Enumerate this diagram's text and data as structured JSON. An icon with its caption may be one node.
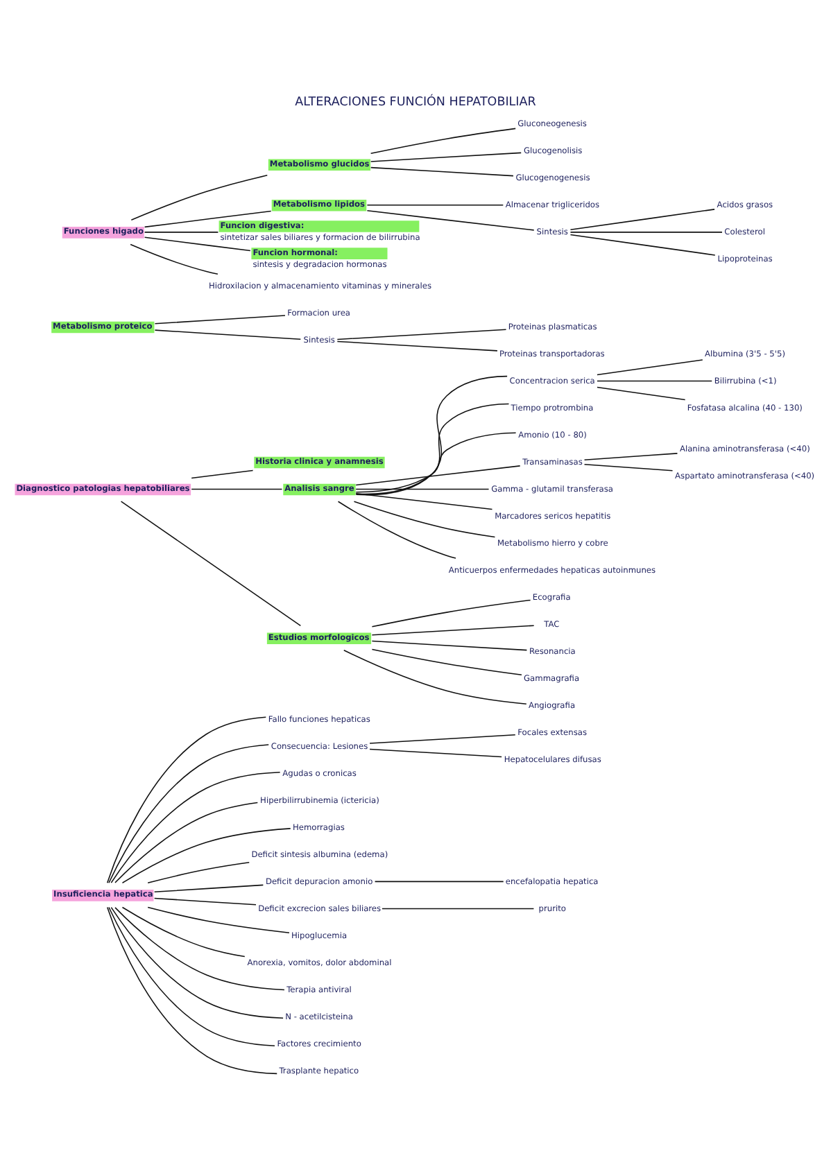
{
  "diagram": {
    "title": "ALTERACIONES FUNCIÓN HEPATOBILIAR",
    "nodes": [
      {
        "text": [
          "Funciones higado"
        ]
      },
      {
        "text": [
          "Metabolismo glucidos"
        ]
      },
      {
        "text": [
          "Gluconeogenesis"
        ]
      },
      {
        "text": [
          "Glucogenolisis"
        ]
      },
      {
        "text": [
          "Glucogenogenesis"
        ]
      },
      {
        "text": [
          "Metabolismo lipidos"
        ]
      },
      {
        "text": [
          "Almacenar trigliceridos"
        ]
      },
      {
        "text": [
          "Sintesis"
        ]
      },
      {
        "text": [
          "Acidos grasos"
        ]
      },
      {
        "text": [
          "Colesterol"
        ]
      },
      {
        "text": [
          "Lipoproteinas"
        ]
      },
      {
        "text": [
          "Metabolismo proteico"
        ]
      },
      {
        "text": [
          "Formacion urea"
        ]
      },
      {
        "text": [
          "Sintesis"
        ]
      },
      {
        "text": [
          "Proteinas plasmaticas"
        ]
      },
      {
        "text": [
          "Proteinas transportadoras"
        ]
      },
      {
        "text": [
          "Funcion digestiva:",
          "sintetizar sales biliares y formacion de bilirrubina"
        ]
      },
      {
        "text": [
          "Funcion hormonal:",
          "sintesis y degradacion hormonas"
        ]
      },
      {
        "text": [
          "Hidroxilacion y almacenamiento vitaminas y minerales"
        ]
      },
      {
        "text": [
          "Diagnostico patologias hepatobiliares"
        ]
      },
      {
        "text": [
          "Historia clinica y anamnesis"
        ]
      },
      {
        "text": [
          "Analisis sangre"
        ]
      },
      {
        "text": [
          "Concentracion serica"
        ]
      },
      {
        "text": [
          "Albumina (3'5 - 5'5)"
        ]
      },
      {
        "text": [
          "Bilirrubina (<1)"
        ]
      },
      {
        "text": [
          "Fosfatasa alcalina (40 - 130)"
        ]
      },
      {
        "text": [
          "Tiempo protrombina"
        ]
      },
      {
        "text": [
          "Amonio (10 - 80)"
        ]
      },
      {
        "text": [
          "Transaminasas"
        ]
      },
      {
        "text": [
          "Alanina aminotransferasa (<40)"
        ]
      },
      {
        "text": [
          "Aspartato aminotransferasa (<40)"
        ]
      },
      {
        "text": [
          "Gamma - glutamil transferasa"
        ]
      },
      {
        "text": [
          "Marcadores sericos hepatitis"
        ]
      },
      {
        "text": [
          "Metabolismo hierro y cobre"
        ]
      },
      {
        "text": [
          "Anticuerpos enfermedades hepaticas autoinmunes"
        ]
      },
      {
        "text": [
          "Estudios morfologicos"
        ]
      },
      {
        "text": [
          "Ecografia"
        ]
      },
      {
        "text": [
          "TAC"
        ]
      },
      {
        "text": [
          "Resonancia"
        ]
      },
      {
        "text": [
          "Gammagrafia"
        ]
      },
      {
        "text": [
          "Angiografia"
        ]
      },
      {
        "text": [
          "Insuficiencia hepatica"
        ]
      },
      {
        "text": [
          "Fallo funciones hepaticas"
        ]
      },
      {
        "text": [
          "Consecuencia: Lesiones"
        ]
      },
      {
        "text": [
          "Focales extensas"
        ]
      },
      {
        "text": [
          "Hepatocelulares difusas"
        ]
      },
      {
        "text": [
          "Agudas o cronicas"
        ]
      },
      {
        "text": [
          "Hiperbilirrubinemia (ictericia)"
        ]
      },
      {
        "text": [
          "Hemorragias"
        ]
      },
      {
        "text": [
          "Deficit sintesis albumina (edema)"
        ]
      },
      {
        "text": [
          "Deficit depuracion amonio"
        ]
      },
      {
        "text": [
          "encefalopatia hepatica"
        ]
      },
      {
        "text": [
          "Deficit excrecion sales biliares"
        ]
      },
      {
        "text": [
          "prurito"
        ]
      },
      {
        "text": [
          "Hipoglucemia"
        ]
      },
      {
        "text": [
          "Anorexia, vomitos, dolor abdominal"
        ]
      },
      {
        "text": [
          "Terapia antiviral"
        ]
      },
      {
        "text": [
          "N - acetilcisteina"
        ]
      },
      {
        "text": [
          "Factores crecimiento"
        ]
      },
      {
        "text": [
          "Trasplante hepatico"
        ]
      }
    ],
    "edges": [
      {
        "from": 0,
        "to": 1,
        "arrow": "none"
      },
      {
        "from": 0,
        "to": 5,
        "arrow": "none"
      },
      {
        "from": 0,
        "to": 16,
        "arrow": "none"
      },
      {
        "from": 0,
        "to": 17,
        "arrow": "none"
      },
      {
        "from": 0,
        "to": 18,
        "arrow": "none"
      },
      {
        "from": 1,
        "to": 2,
        "arrow": "none"
      },
      {
        "from": 1,
        "to": 3,
        "arrow": "none"
      },
      {
        "from": 1,
        "to": 4,
        "arrow": "none"
      },
      {
        "from": 5,
        "to": 6,
        "arrow": "none"
      },
      {
        "from": 5,
        "to": 7,
        "arrow": "none"
      },
      {
        "from": 7,
        "to": 8,
        "arrow": "none"
      },
      {
        "from": 7,
        "to": 9,
        "arrow": "none"
      },
      {
        "from": 7,
        "to": 10,
        "arrow": "none"
      },
      {
        "from": 11,
        "to": 12,
        "arrow": "none"
      },
      {
        "from": 11,
        "to": 13,
        "arrow": "none"
      },
      {
        "from": 13,
        "to": 14,
        "arrow": "none"
      },
      {
        "from": 13,
        "to": 15,
        "arrow": "none"
      },
      {
        "from": 19,
        "to": 20,
        "arrow": "none"
      },
      {
        "from": 19,
        "to": 21,
        "arrow": "none"
      },
      {
        "from": 19,
        "to": 35,
        "arrow": "none"
      },
      {
        "from": 21,
        "to": 22,
        "arrow": "none"
      },
      {
        "from": 21,
        "to": 26,
        "arrow": "none"
      },
      {
        "from": 21,
        "to": 27,
        "arrow": "none"
      },
      {
        "from": 21,
        "to": 28,
        "arrow": "none"
      },
      {
        "from": 21,
        "to": 31,
        "arrow": "none"
      },
      {
        "from": 21,
        "to": 32,
        "arrow": "none"
      },
      {
        "from": 21,
        "to": 33,
        "arrow": "none"
      },
      {
        "from": 21,
        "to": 34,
        "arrow": "none"
      },
      {
        "from": 22,
        "to": 23,
        "arrow": "none"
      },
      {
        "from": 22,
        "to": 24,
        "arrow": "none"
      },
      {
        "from": 22,
        "to": 25,
        "arrow": "none"
      },
      {
        "from": 28,
        "to": 29,
        "arrow": "none"
      },
      {
        "from": 28,
        "to": 30,
        "arrow": "none"
      },
      {
        "from": 35,
        "to": 36,
        "arrow": "none"
      },
      {
        "from": 35,
        "to": 37,
        "arrow": "none"
      },
      {
        "from": 35,
        "to": 38,
        "arrow": "none"
      },
      {
        "from": 35,
        "to": 39,
        "arrow": "none"
      },
      {
        "from": 35,
        "to": 40,
        "arrow": "none"
      },
      {
        "from": 41,
        "to": 42,
        "arrow": "none"
      },
      {
        "from": 41,
        "to": 43,
        "arrow": "none"
      },
      {
        "from": 41,
        "to": 46,
        "arrow": "none"
      },
      {
        "from": 43,
        "to": 44,
        "arrow": "none"
      },
      {
        "from": 43,
        "to": 45,
        "arrow": "none"
      },
      {
        "from": 41,
        "to": 47,
        "arrow": "none"
      },
      {
        "from": 41,
        "to": 48,
        "arrow": "none"
      },
      {
        "from": 41,
        "to": 49,
        "arrow": "none"
      },
      {
        "from": 41,
        "to": 50,
        "arrow": "none"
      },
      {
        "from": 41,
        "to": 52,
        "arrow": "none"
      },
      {
        "from": 41,
        "to": 54,
        "arrow": "none"
      },
      {
        "from": 41,
        "to": 55,
        "arrow": "none"
      },
      {
        "from": 50,
        "to": 51,
        "arrow": "none"
      },
      {
        "from": 52,
        "to": 53,
        "arrow": "none"
      },
      {
        "from": 41,
        "to": 56,
        "arrow": "none"
      },
      {
        "from": 41,
        "to": 57,
        "arrow": "none"
      },
      {
        "from": 41,
        "to": 58,
        "arrow": "none"
      },
      {
        "from": 41,
        "to": 59,
        "arrow": "none"
      }
    ]
  }
}
